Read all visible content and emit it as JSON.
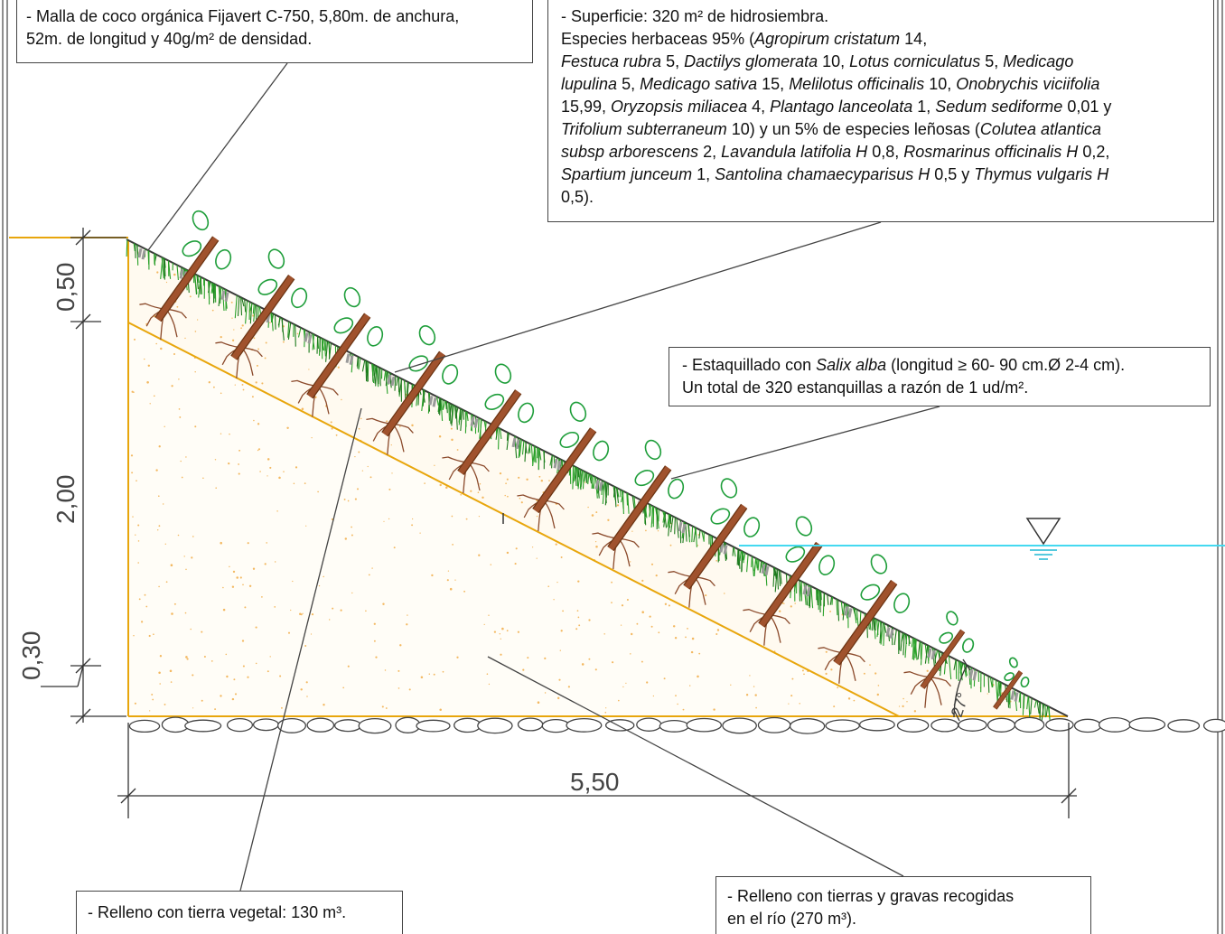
{
  "dimensions": {
    "top_layer": "0,50",
    "height": "2,00",
    "base_layer": "0,30",
    "width": "5,50",
    "angle": "27°"
  },
  "notes": {
    "mesh": {
      "line1": "- Malla de coco orgánica Fijavert C-750, 5,80m. de anchura,",
      "line2": "52m. de longitud y 40g/m² de densidad."
    },
    "hydroseeding": {
      "line1": "- Superficie: 320 m² de hidrosiembra.",
      "line2": [
        {
          "t": "Especies herbaceas 95% (",
          "i": false
        },
        {
          "t": "Agropirum cristatum",
          "i": true
        },
        {
          "t": " 14,",
          "i": false
        }
      ],
      "line3": [
        {
          "t": "Festuca rubra",
          "i": true
        },
        {
          "t": " 5, ",
          "i": false
        },
        {
          "t": "Dactilys glomerata",
          "i": true
        },
        {
          "t": " 10, ",
          "i": false
        },
        {
          "t": "Lotus corniculatus",
          "i": true
        },
        {
          "t": " 5, ",
          "i": false
        },
        {
          "t": "Medicago",
          "i": true
        }
      ],
      "line4": [
        {
          "t": "lupulina",
          "i": true
        },
        {
          "t": " 5, ",
          "i": false
        },
        {
          "t": "Medicago sativa",
          "i": true
        },
        {
          "t": " 15, ",
          "i": false
        },
        {
          "t": "Melilotus officinalis",
          "i": true
        },
        {
          "t": " 10, ",
          "i": false
        },
        {
          "t": "Onobrychis viciifolia",
          "i": true
        }
      ],
      "line5": [
        {
          "t": "15,99, ",
          "i": false
        },
        {
          "t": "Oryzopsis miliacea",
          "i": true
        },
        {
          "t": " 4, ",
          "i": false
        },
        {
          "t": "Plantago lanceolata",
          "i": true
        },
        {
          "t": " 1, ",
          "i": false
        },
        {
          "t": "Sedum sediforme",
          "i": true
        },
        {
          "t": " 0,01 y",
          "i": false
        }
      ],
      "line6": [
        {
          "t": "Trifolium subterraneum",
          "i": true
        },
        {
          "t": " 10) y un 5% de especies leñosas (",
          "i": false
        },
        {
          "t": "Colutea atlantica",
          "i": true
        }
      ],
      "line7": [
        {
          "t": "subsp arborescens",
          "i": true
        },
        {
          "t": " 2, ",
          "i": false
        },
        {
          "t": "Lavandula latifolia H",
          "i": true
        },
        {
          "t": " 0,8, ",
          "i": false
        },
        {
          "t": "Rosmarinus officinalis H",
          "i": true
        },
        {
          "t": " 0,2,",
          "i": false
        }
      ],
      "line8": [
        {
          "t": "Spartium junceum",
          "i": true
        },
        {
          "t": " 1, ",
          "i": false
        },
        {
          "t": "Santolina chamaecyparisus H",
          "i": true
        },
        {
          "t": " 0,5 y ",
          "i": false
        },
        {
          "t": "Thymus vulgaris H",
          "i": true
        }
      ],
      "line9": "0,5)."
    },
    "salix": {
      "line1": [
        {
          "t": "- Estaquillado con ",
          "i": false
        },
        {
          "t": "Salix alba",
          "i": true
        },
        {
          "t": " (longitud ≥ 60- 90 cm.Ø 2-4 cm).",
          "i": false
        }
      ],
      "line2": "Un total de 320 estanquillas a razón de 1 ud/m²."
    },
    "topsoil": {
      "line1": "- Relleno con tierra vegetal: 130 m³."
    },
    "gravel": {
      "line1": "-  Relleno con tierras y gravas recogidas",
      "line2": "en el río (270 m³)."
    }
  },
  "colors": {
    "fill_outline": "#e8a60c",
    "sand_dots": "#f3b860",
    "grass": "#2aa12a",
    "grass_dark": "#1c7a1c",
    "stake": "#a0522d",
    "stake_edge": "#6b3413",
    "roots": "#8b4a2b",
    "leaf": "#1e9e3a",
    "water": "#44d9f0",
    "mesh_pin": "#9a9a9a",
    "dimension_line": "#333333",
    "stone": "#444444"
  },
  "icons": {
    "water_level": "inverted-triangle-water-symbol"
  }
}
